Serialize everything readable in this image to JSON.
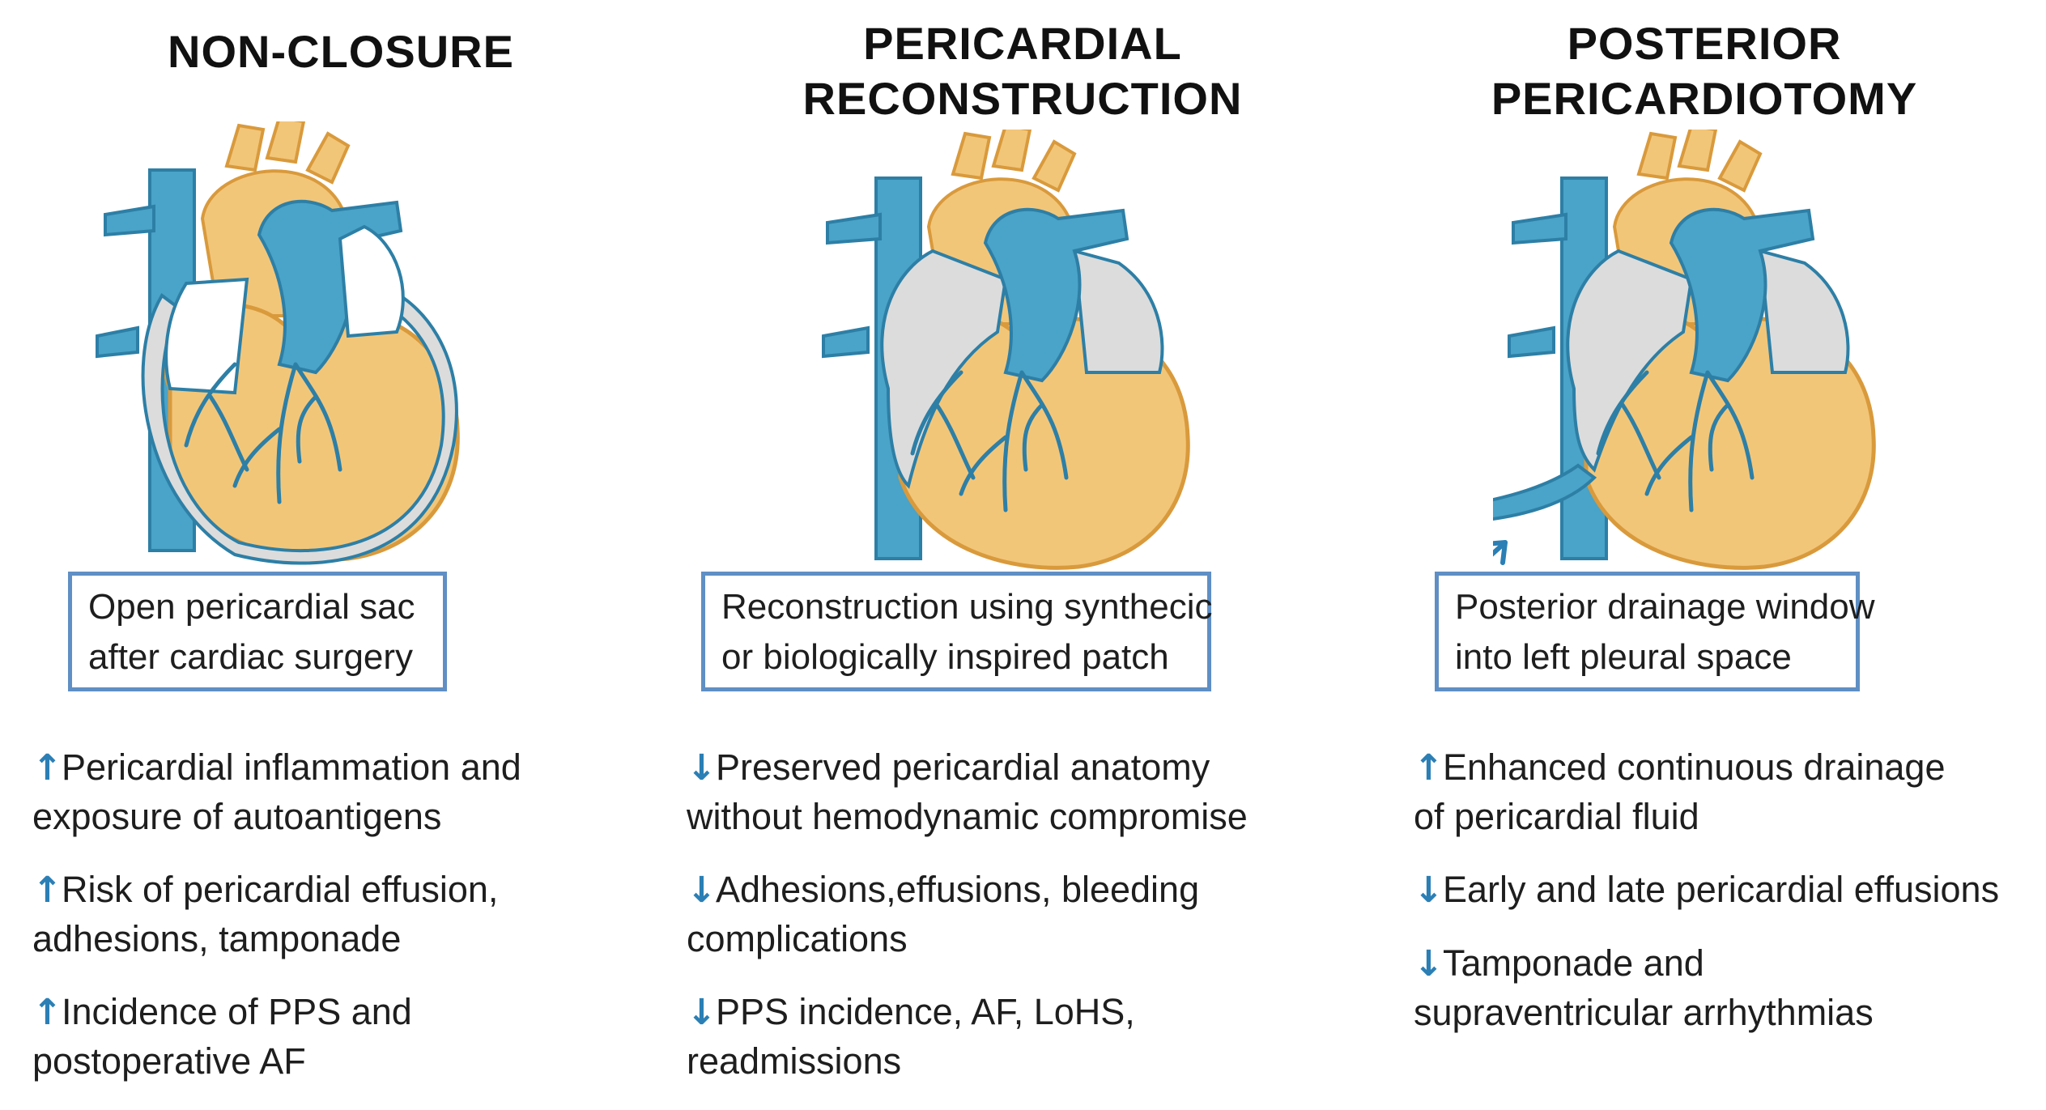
{
  "panels": [
    {
      "title_lines": [
        "NON-CLOSURE"
      ],
      "description_lines": [
        "Open pericardial sac",
        "after cardiac surgery"
      ],
      "bullets": [
        {
          "direction": "up",
          "lines": [
            "Pericardial inflammation and",
            "exposure of autoantigens"
          ]
        },
        {
          "direction": "up",
          "lines": [
            "Risk of pericardial effusion,",
            "adhesions, tamponade"
          ]
        },
        {
          "direction": "up",
          "lines": [
            "Incidence of PPS and",
            "postoperative AF"
          ]
        }
      ]
    },
    {
      "title_lines": [
        "PERICARDIAL",
        "RECONSTRUCTION"
      ],
      "description_lines": [
        "Reconstruction using synthecic",
        "or biologically inspired patch"
      ],
      "bullets": [
        {
          "direction": "down",
          "lines": [
            "Preserved pericardial anatomy",
            "without hemodynamic compromise"
          ]
        },
        {
          "direction": "down",
          "lines": [
            "Adhesions,effusions, bleeding",
            "complications"
          ]
        },
        {
          "direction": "down",
          "lines": [
            "PPS incidence, AF, LoHS,",
            "readmissions"
          ]
        }
      ]
    },
    {
      "title_lines": [
        "POSTERIOR",
        "PERICARDIOTOMY"
      ],
      "description_lines": [
        "Posterior drainage window",
        "into left pleural space"
      ],
      "bullets": [
        {
          "direction": "up",
          "lines": [
            "Enhanced continuous drainage",
            "of pericardial fluid"
          ]
        },
        {
          "direction": "down",
          "lines": [
            "Early and late pericardial effusions"
          ]
        },
        {
          "direction": "down",
          "lines": [
            "Tamponade and",
            "supraventricular arrhythmias"
          ]
        }
      ]
    }
  ],
  "arrow_glyphs": {
    "up": "↑",
    "down": "↓"
  },
  "colors": {
    "heart_fill": "#f2c679",
    "heart_outline": "#d99a3c",
    "vessel_blue": "#4aa3c8",
    "vessel_outline": "#2d7fa6",
    "pericardium_gray": "#dcdcdc",
    "box_border": "#5f8fc4",
    "arrow_blue": "#2b7fb5"
  }
}
